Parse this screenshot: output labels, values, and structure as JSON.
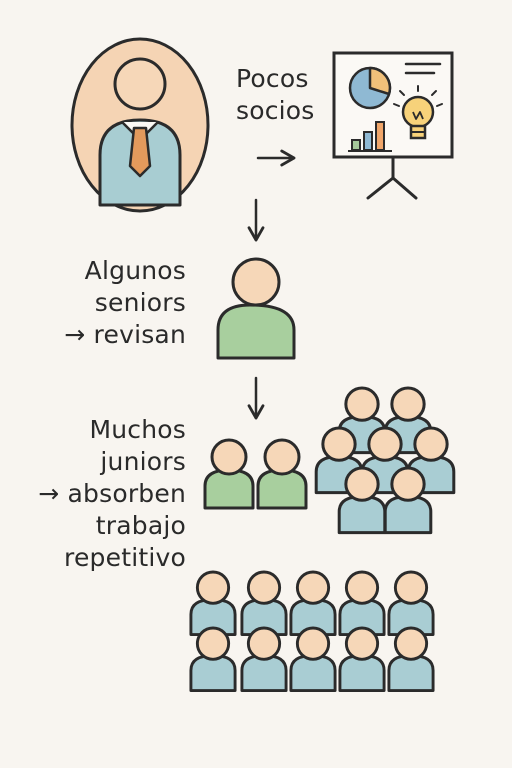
{
  "labels": {
    "socios": [
      "Pocos",
      "socios"
    ],
    "seniors": [
      "Algunos",
      "seniors",
      "→ revisan"
    ],
    "juniors": [
      "Muchos",
      "juniors",
      "→ absorben",
      "trabajo",
      "repetitivo"
    ]
  },
  "colors": {
    "background": "#f8f5f0",
    "outline": "#2b2b2b",
    "skin": "#f6d7b8",
    "partner_bg": "#f5d4b4",
    "partner_suit": "#a8cdd2",
    "tie": "#e39a5c",
    "senior_body": "#a8cf9e",
    "junior_body": "#a9cdd3",
    "board_bg": "#fbf9f5",
    "pie_blue": "#8fb9d3",
    "pie_orange": "#f0c07a",
    "bar_green": "#a5c89a",
    "bar_blue": "#8fb9d3",
    "bar_orange": "#f0a66a",
    "bulb": "#f7d27a"
  },
  "icons": [
    "partner-portrait-icon",
    "presentation-board-icon",
    "pie-chart-icon",
    "bar-chart-icon",
    "lightbulb-icon",
    "senior-person-icon",
    "junior-person-icon",
    "arrow-icon"
  ]
}
